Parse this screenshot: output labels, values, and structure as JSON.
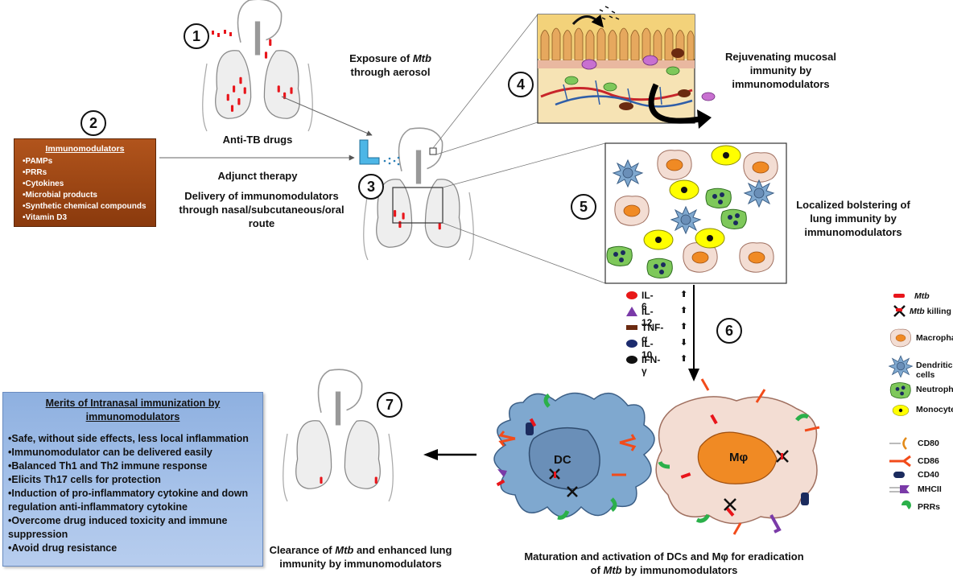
{
  "steps": [
    "1",
    "2",
    "3",
    "4",
    "5",
    "6",
    "7"
  ],
  "labels": {
    "exposure_1": "Exposure of ",
    "exposure_mtb": "Mtb",
    "exposure_2": "through aerosol",
    "anti_tb": "Anti-TB drugs",
    "adjunct": "Adjunct therapy",
    "delivery_1": "Delivery of immunomodulators",
    "delivery_2": "through nasal/subcutaneous/oral",
    "delivery_3": "route",
    "rejuv_1": "Rejuvenating mucosal",
    "rejuv_2": "immunity by",
    "rejuv_3": "immunomodulators",
    "local_1": "Localized bolstering of",
    "local_2": "lung immunity by",
    "local_3": "immunomodulators",
    "clear_1": "Clearance of ",
    "clear_mtb": "Mtb",
    "clear_2": " and enhanced lung",
    "clear_3": "immunity by immunomodulators",
    "matur_1": "Maturation and activation of DCs and Mφ for eradication",
    "matur_2a": "of ",
    "matur_mtb": "Mtb",
    "matur_2b": " by immunomodulators",
    "dc": "DC",
    "mphi": "Mφ"
  },
  "immunomodulators": {
    "title": "Immunomodulators",
    "items": [
      "PAMPs",
      "PRRs",
      "Cytokines",
      "Microbial products",
      "Synthetic chemical compounds",
      "Vitamin D3"
    ]
  },
  "cytokines": [
    {
      "name": "IL-6",
      "dir": "up",
      "color": "#e81818",
      "shape": "ellipse"
    },
    {
      "name": "IL-12",
      "dir": "up",
      "color": "#7a3aa8",
      "shape": "triangle"
    },
    {
      "name": "TNF-α",
      "dir": "up",
      "color": "#6b2a10",
      "shape": "rect"
    },
    {
      "name": "IL-10",
      "dir": "down",
      "color": "#1c2b6e",
      "shape": "ellipse"
    },
    {
      "name": "IFN-γ",
      "dir": "up",
      "color": "#111111",
      "shape": "ellipse"
    }
  ],
  "arrows": {
    "up": "⬆",
    "down": "⬇"
  },
  "legend": {
    "mtb": "Mtb",
    "mtb_killing_a": "Mtb",
    "mtb_killing_b": " killing",
    "macrophage": "Macrophage",
    "dendritic": "Dendritic cells",
    "neutrophil": "Neutrophil",
    "monocytes": "Monocytes",
    "cd80": "CD80",
    "cd86": "CD86",
    "cd40": "CD40",
    "mhcii": "MHCII",
    "prrs": "PRRs"
  },
  "merits": {
    "title": "Merits of Intranasal immunization by immunomodulators",
    "items": [
      "Safe, without side effects, less local inflammation",
      "Immunomodulator can be delivered easily",
      "Balanced Th1 and Th2 immune response",
      "Elicits Th17 cells for protection",
      "Induction of pro-inflammatory cytokine and down regulation anti-inflammatory cytokine",
      "Overcome drug induced toxicity and immune suppression",
      "Avoid drug resistance"
    ]
  },
  "colors": {
    "mtb": "#e8151b",
    "macrophage": "#f3ddd3",
    "macro_nucleus": "#f08a24",
    "dc": "#7fa8cf",
    "neutrophil": "#7ec85a",
    "monocyte": "#ffff00",
    "box_brown": "#9a4513",
    "merits_blue": "#9db9e4"
  }
}
